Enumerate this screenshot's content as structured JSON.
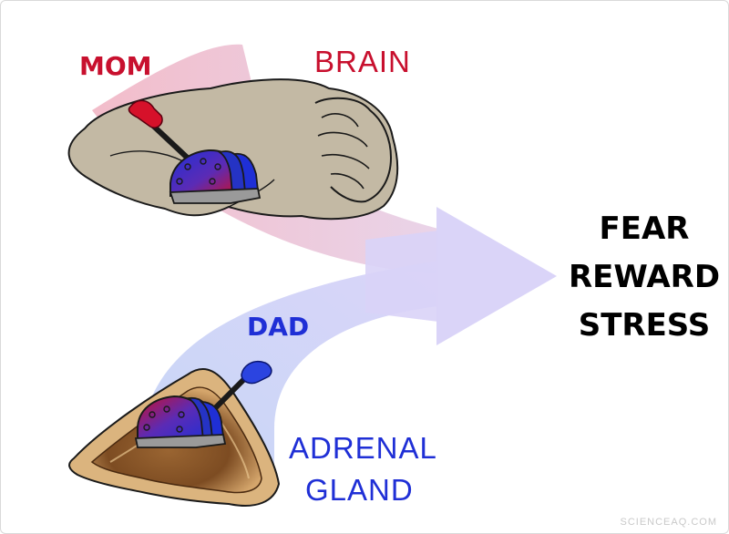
{
  "labels": {
    "mom": "MOM",
    "brain": "BRAIN",
    "dad": "DAD",
    "adrenal_line1": "ADRENAL",
    "adrenal_line2": "GLAND"
  },
  "effects": [
    "FEAR",
    "REWARD",
    "STRESS"
  ],
  "watermark": "SCIENCEAQ.COM",
  "colors": {
    "mom": "#c8102e",
    "dad": "#1f2fd6",
    "brain_label": "#c8102e",
    "gland_label": "#1f2fd6",
    "brain_tissue": "#c2b8a3",
    "gland_outer": "#d9b27c",
    "gland_inner": "#8c5a2b",
    "arrow_pink": "#f4c7d2",
    "arrow_blue": "#c9d6f7",
    "arrow_head": "#dcd3f7"
  },
  "icons": [
    "brain-icon",
    "adrenal-gland-icon",
    "lever-switch-icon",
    "flow-arrow-icon"
  ]
}
